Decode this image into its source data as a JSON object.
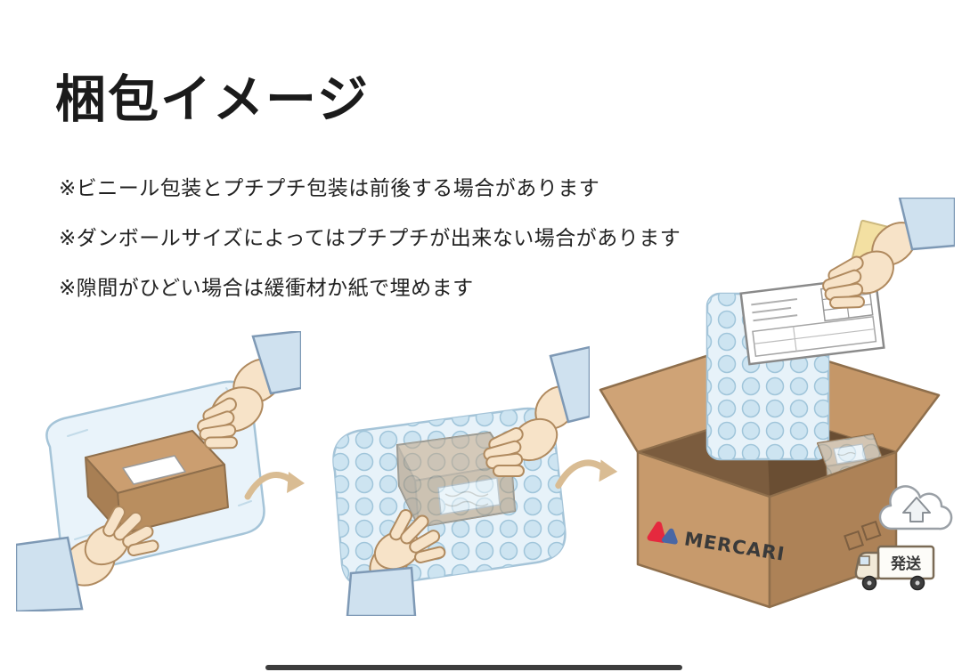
{
  "page": {
    "title": "梱包イメージ",
    "background_color": "#ffffff",
    "text_color": "#1b1b1b"
  },
  "notes": [
    "※ビニール包装とプチプチ包装は前後する場合があります",
    "※ダンボールサイズによってはプチプチが出来ない場合があります",
    "※隙間がひどい場合は緩衝材か紙で埋めます"
  ],
  "illustration": {
    "brand_text": "MERCARI",
    "truck_badge_text": "発送",
    "step_icons": [
      "hands-wrapping-cardboard-box-in-clear-vinyl-bag",
      "hands-wrapping-cardboard-box-in-bubble-wrap",
      "hand-inserting-shipping-label-into-open-mercari-box"
    ],
    "arrow_icon": "curved-right-arrow",
    "upload_icon": "cloud-with-up-arrow",
    "truck_icon": "delivery-truck",
    "colors": {
      "cardboard": "#c79a6c",
      "cardboard_dark": "#ad8257",
      "vinyl_blue": "#e9f3fa",
      "bubble_blue": "#cde4f1",
      "sleeve_blue": "#cfe1ef",
      "skin": "#f7e3c8",
      "arrow_tan": "#d9bc93",
      "mercari_red": "#e5293e",
      "mercari_blue": "#4967a5",
      "label_yellow": "#f3e0a2"
    }
  }
}
